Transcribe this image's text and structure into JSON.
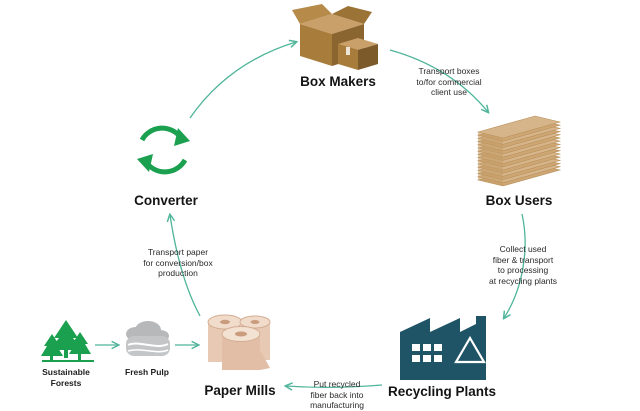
{
  "nodes": {
    "box_makers": "Box Makers",
    "box_users": "Box Users",
    "recycling_plants": "Recycling Plants",
    "paper_mills": "Paper Mills",
    "converter": "Converter",
    "sustainable_forests": "Sustainable\nForests",
    "fresh_pulp": "Fresh Pulp"
  },
  "edges": {
    "makers_to_users": "Transport boxes\nto/for commercial\nclient use",
    "users_to_recycling": "Collect used\nfiber & transport\nto processing\nat recycling plants",
    "recycling_to_mills": "Put recycled\nfiber back into\nmanufacturing",
    "mills_to_converter": "Transport paper\nfor conversion/box\nproduction"
  },
  "colors": {
    "arrow": "#4fb59a",
    "forest": "#1aa04e",
    "cardboard": "#a87d3c",
    "cardboard_light": "#d7b58b",
    "paper_roll": "#e8c9b3",
    "recycling_plant": "#1f5466",
    "pulp": "#b6b8ba"
  },
  "icons": [
    "box-stack-icon",
    "cardboard-stack-icon",
    "recycling-plant-icon",
    "paper-rolls-icon",
    "fresh-pulp-icon",
    "forest-icon",
    "converter-cycle-icon"
  ]
}
